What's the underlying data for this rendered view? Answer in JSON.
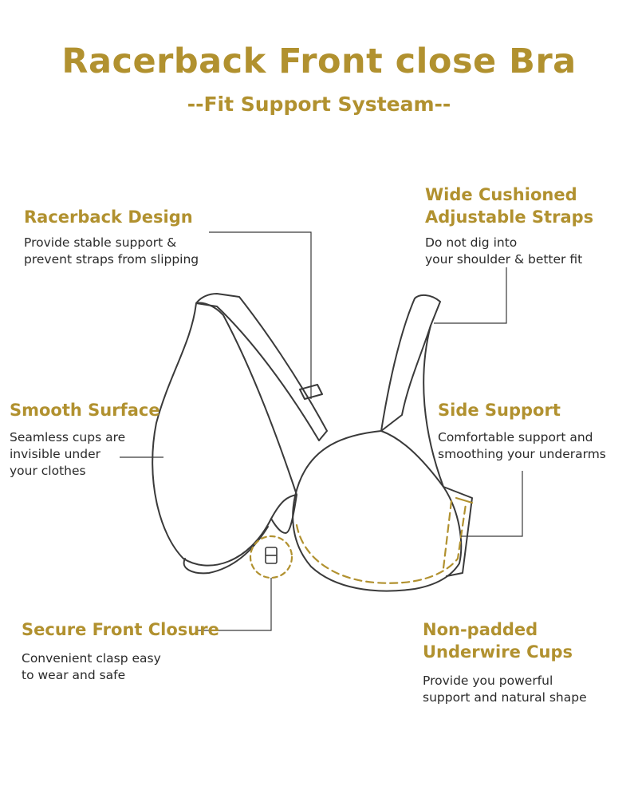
{
  "title": "Racerback Front close Bra",
  "subtitle": "--Fit Support Systeam--",
  "colors": {
    "accent": "#b1912f",
    "text": "#2a2a2a",
    "outline": "#3a3a3a"
  },
  "features": {
    "racerback": {
      "heading": "Racerback Design",
      "line1": "Provide stable support &",
      "line2": "prevent straps from slipping"
    },
    "straps": {
      "heading1": "Wide Cushioned",
      "heading2": "Adjustable Straps",
      "line1": "Do not dig into",
      "line2": "your shoulder & better fit"
    },
    "surface": {
      "heading": "Smooth Surface",
      "line1": "Seamless cups are",
      "line2": "invisible under",
      "line3": "your clothes"
    },
    "side": {
      "heading": "Side Support",
      "line1": "Comfortable support and",
      "line2": "smoothing your underarms"
    },
    "closure": {
      "heading": "Secure Front Closure",
      "line1": "Convenient clasp easy",
      "line2": "to wear and safe"
    },
    "underwire": {
      "heading1": "Non-padded",
      "heading2": "Underwire Cups",
      "line1": "Provide you powerful",
      "line2": "support and natural shape"
    }
  }
}
